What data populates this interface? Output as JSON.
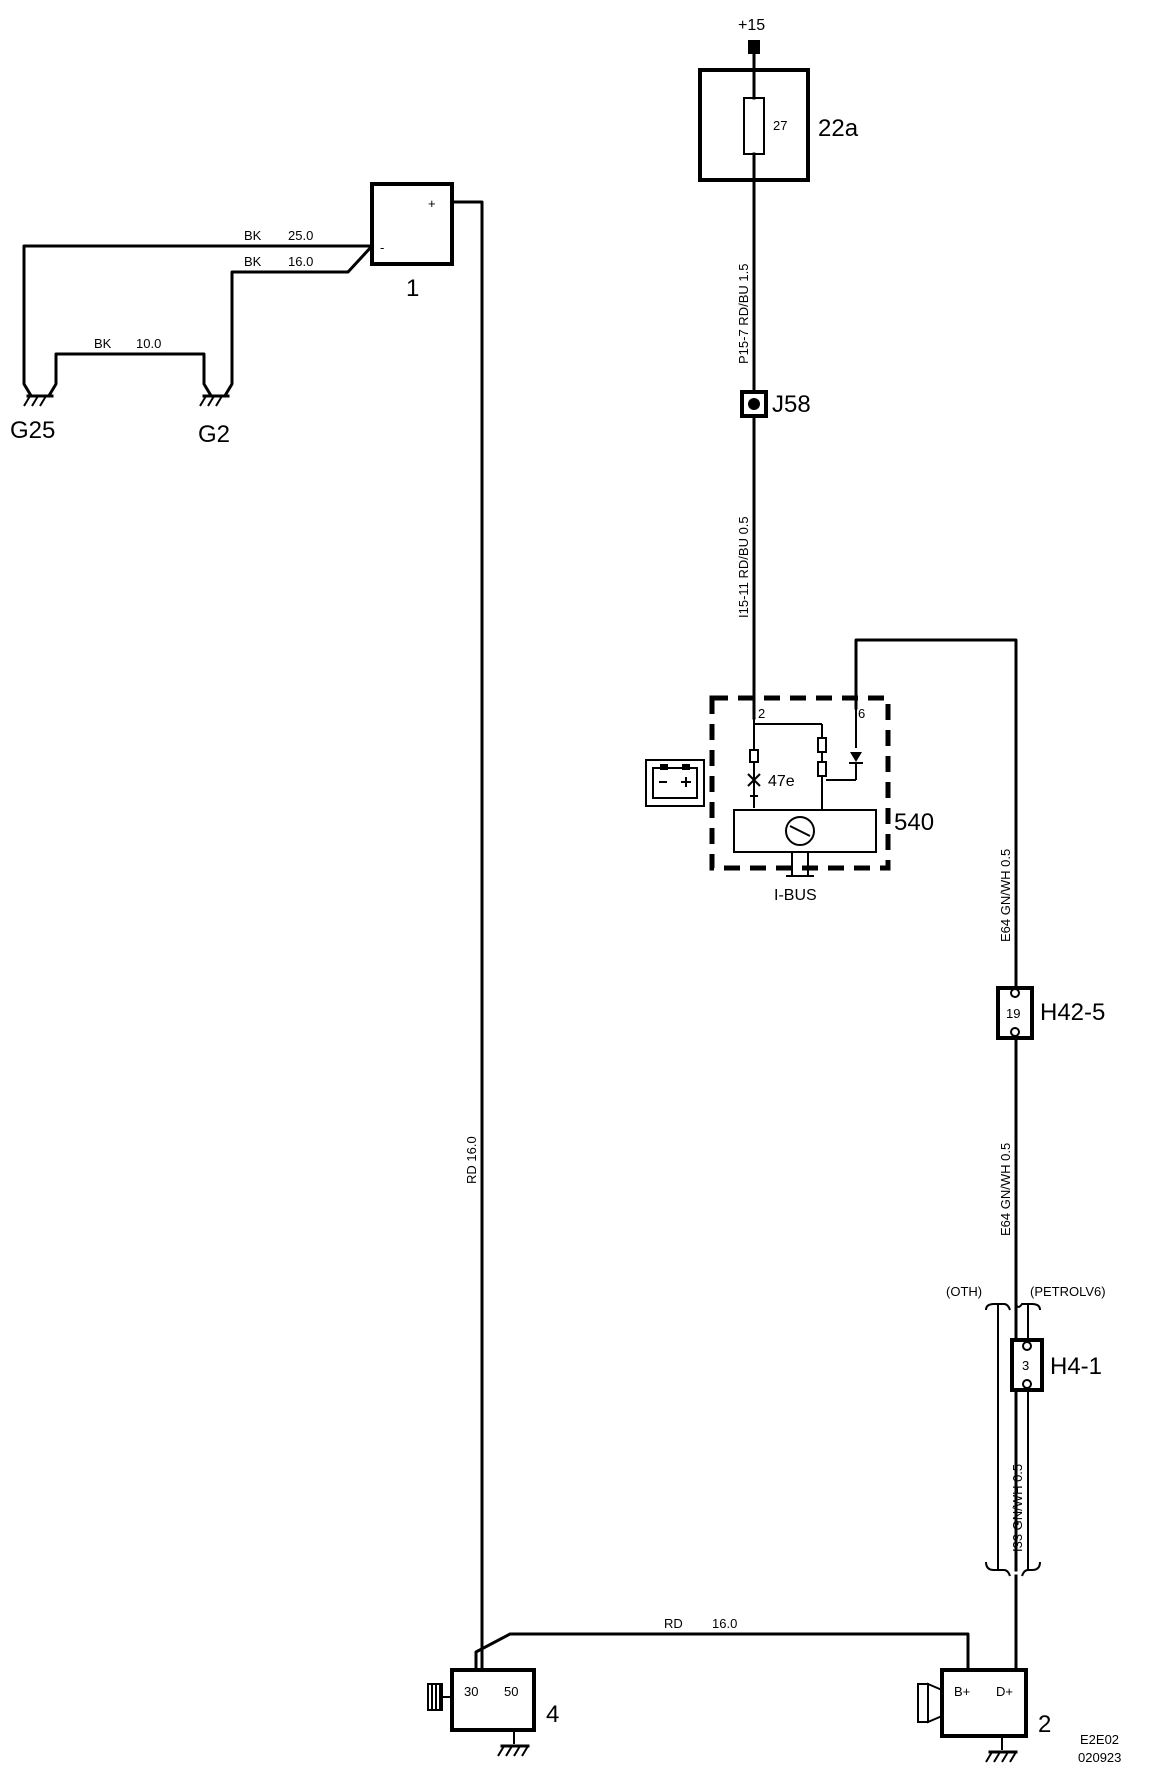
{
  "supply": {
    "label": "+15"
  },
  "fuse_box": {
    "label": "22a",
    "fuse_number": "27"
  },
  "components": {
    "battery": {
      "label": "1",
      "plus": "+",
      "minus": "-"
    },
    "starter": {
      "label": "4",
      "terminal_30": "30",
      "terminal_50": "50"
    },
    "alternator": {
      "label": "2",
      "terminal_bplus": "B+",
      "terminal_dplus": "D+"
    },
    "module": {
      "label": "540",
      "pin_2": "2",
      "pin_6": "6",
      "lamp": "47e",
      "bus": "I-BUS"
    }
  },
  "grounds": {
    "g25": "G25",
    "g2": "G2"
  },
  "connectors": {
    "j58": "J58",
    "h42_5": {
      "label": "H42-5",
      "pin": "19"
    },
    "h4_1": {
      "label": "H4-1",
      "pin": "3"
    }
  },
  "variants": {
    "left": "(OTH)",
    "right": "(PETROLV6)"
  },
  "wires": {
    "bk25": {
      "color": "BK",
      "size": "25.0"
    },
    "bk16": {
      "color": "BK",
      "size": "16.0"
    },
    "bk10": {
      "color": "BK",
      "size": "10.0"
    },
    "rd_vertical": "RD   16.0",
    "rd_horizontal": {
      "color": "RD",
      "size": "16.0"
    },
    "fuse_out": "P15-7   RD/BU   1.5",
    "j58_out": "I15-11   RD/BU   0.5",
    "e64_upper": "E64   GN/WH   0.5",
    "e64_lower": "E64   GN/WH   0.5",
    "i33": "I33   GN/WH   0.5"
  },
  "footer": {
    "code": "E2E02",
    "date": "020923"
  }
}
